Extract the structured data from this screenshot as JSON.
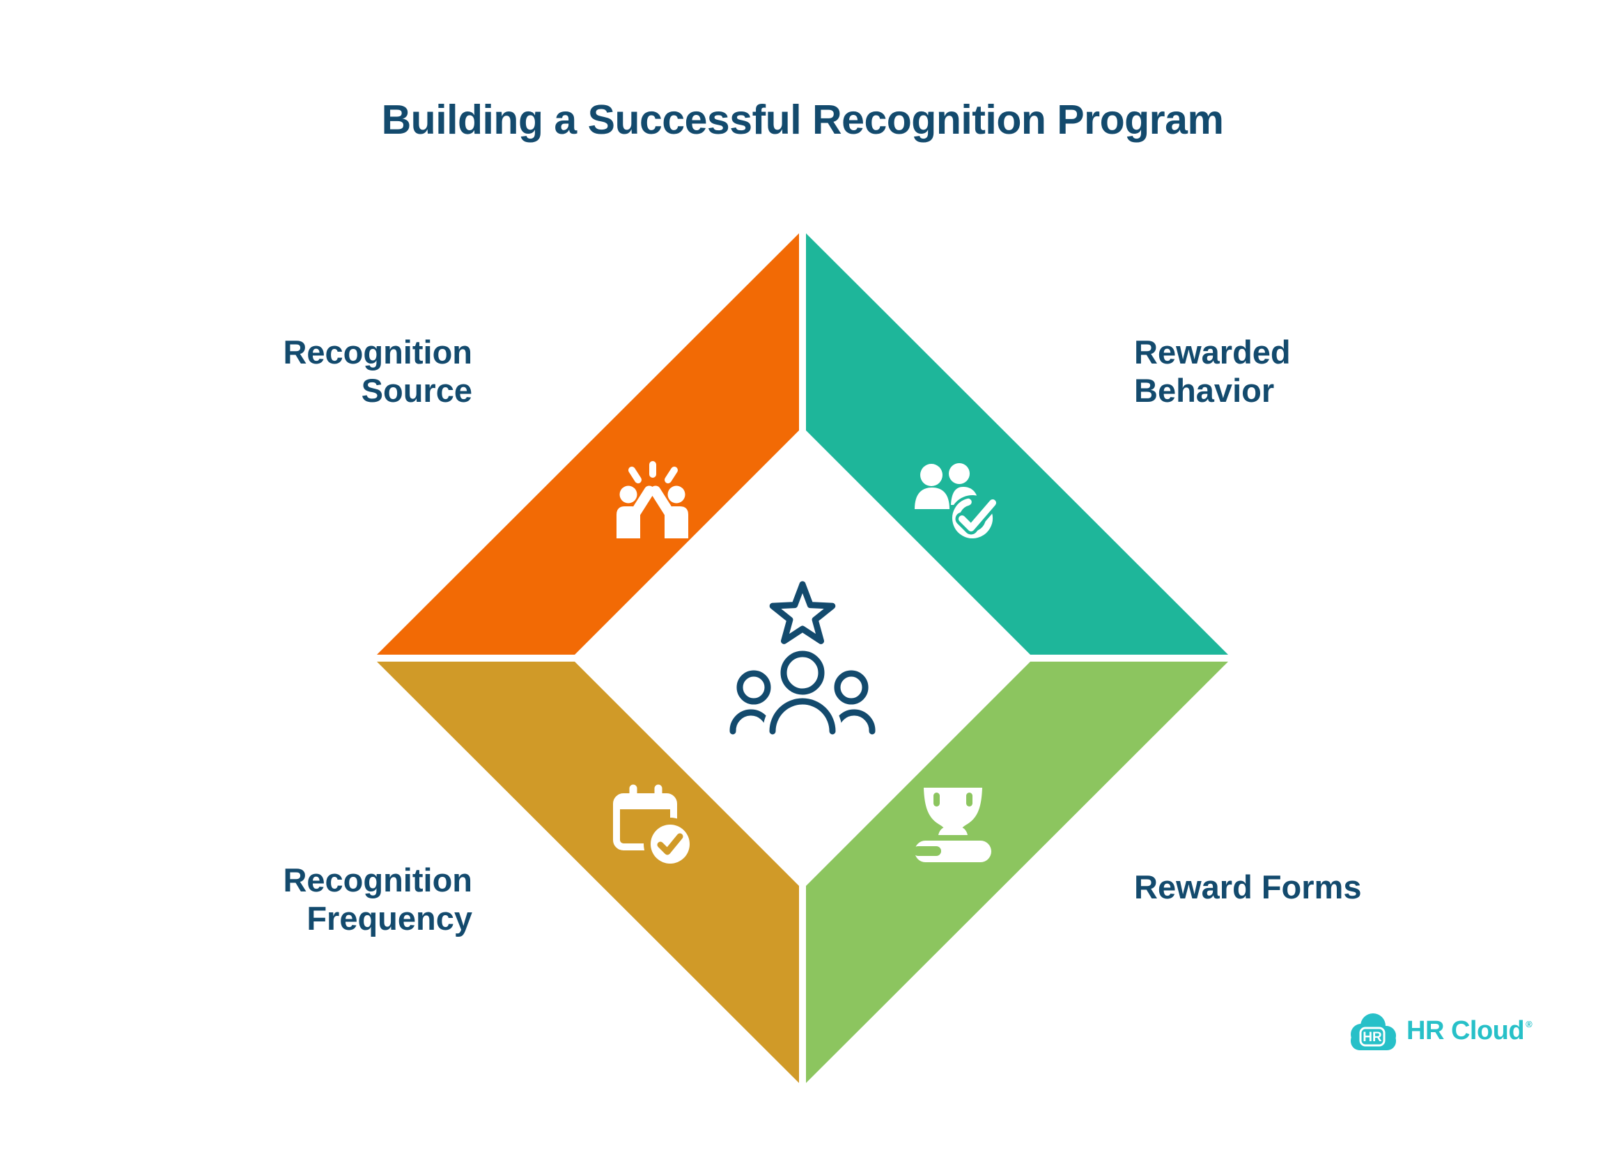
{
  "title": "Building a Successful Recognition Program",
  "colors": {
    "navy": "#134A6D",
    "orange": "#F26A05",
    "teal": "#1EB69A",
    "gold": "#D09A28",
    "green": "#8CC55F",
    "logo-teal": "#27C0C8",
    "icon-white": "#FFFFFF",
    "background": "#FFFFFF"
  },
  "quadrants": {
    "top_left": {
      "name": "Recognition Source",
      "lines": [
        "Recognition",
        "Source"
      ],
      "color": "#F26A05",
      "icon": "high-five-icon"
    },
    "top_right": {
      "name": "Rewarded Behavior",
      "lines": [
        "Rewarded",
        "Behavior"
      ],
      "color": "#1EB69A",
      "icon": "people-check-icon"
    },
    "bottom_left": {
      "name": "Recognition Frequency",
      "lines": [
        "Recognition",
        "Frequency"
      ],
      "color": "#D09A28",
      "icon": "calendar-check-icon"
    },
    "bottom_right": {
      "name": "Reward Forms",
      "lines": [
        "Reward Forms"
      ],
      "color": "#8CC55F",
      "icon": "trophy-hand-icon"
    }
  },
  "center": {
    "icon": "team-star-icon",
    "color": "#134A6D"
  },
  "logo": {
    "badge": "HR",
    "brand": "HR Cloud",
    "mark": "®"
  }
}
